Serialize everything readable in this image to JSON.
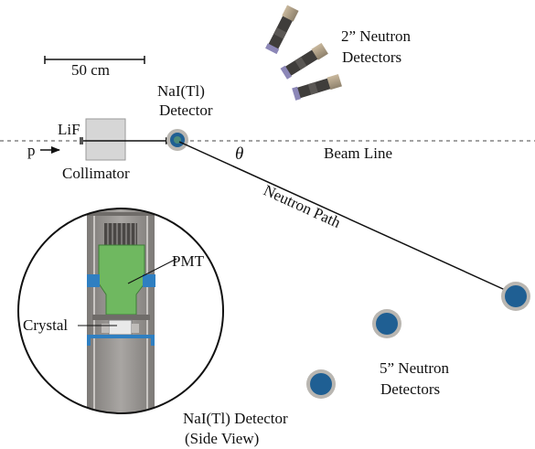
{
  "labels": {
    "scale_bar": "50 cm",
    "nai_detector": [
      "NaI(Tl)",
      "Detector"
    ],
    "lif": "LiF",
    "proton": "p",
    "collimator": "Collimator",
    "theta": "θ",
    "beam_line": "Beam Line",
    "neutron_path": "Neutron Path",
    "two_inch_detectors": [
      "2” Neutron",
      "Detectors"
    ],
    "five_inch_detectors": [
      "5” Neutron",
      "Detectors"
    ],
    "pmt": "PMT",
    "crystal": "Crystal",
    "side_view": [
      "NaI(Tl) Detector",
      "(Side View)"
    ]
  },
  "colors": {
    "detector_blue": "#1f5f93",
    "detector_ring": "#b9b6b1",
    "pmt_green": "#6fb860",
    "housing_gray": "#8e8b88",
    "clamp_blue": "#2f7fc1",
    "collimator_gray": "#d6d6d6",
    "ink": "#111111"
  },
  "counts": {
    "two_inch_detectors": 3,
    "five_inch_detectors": 3
  }
}
